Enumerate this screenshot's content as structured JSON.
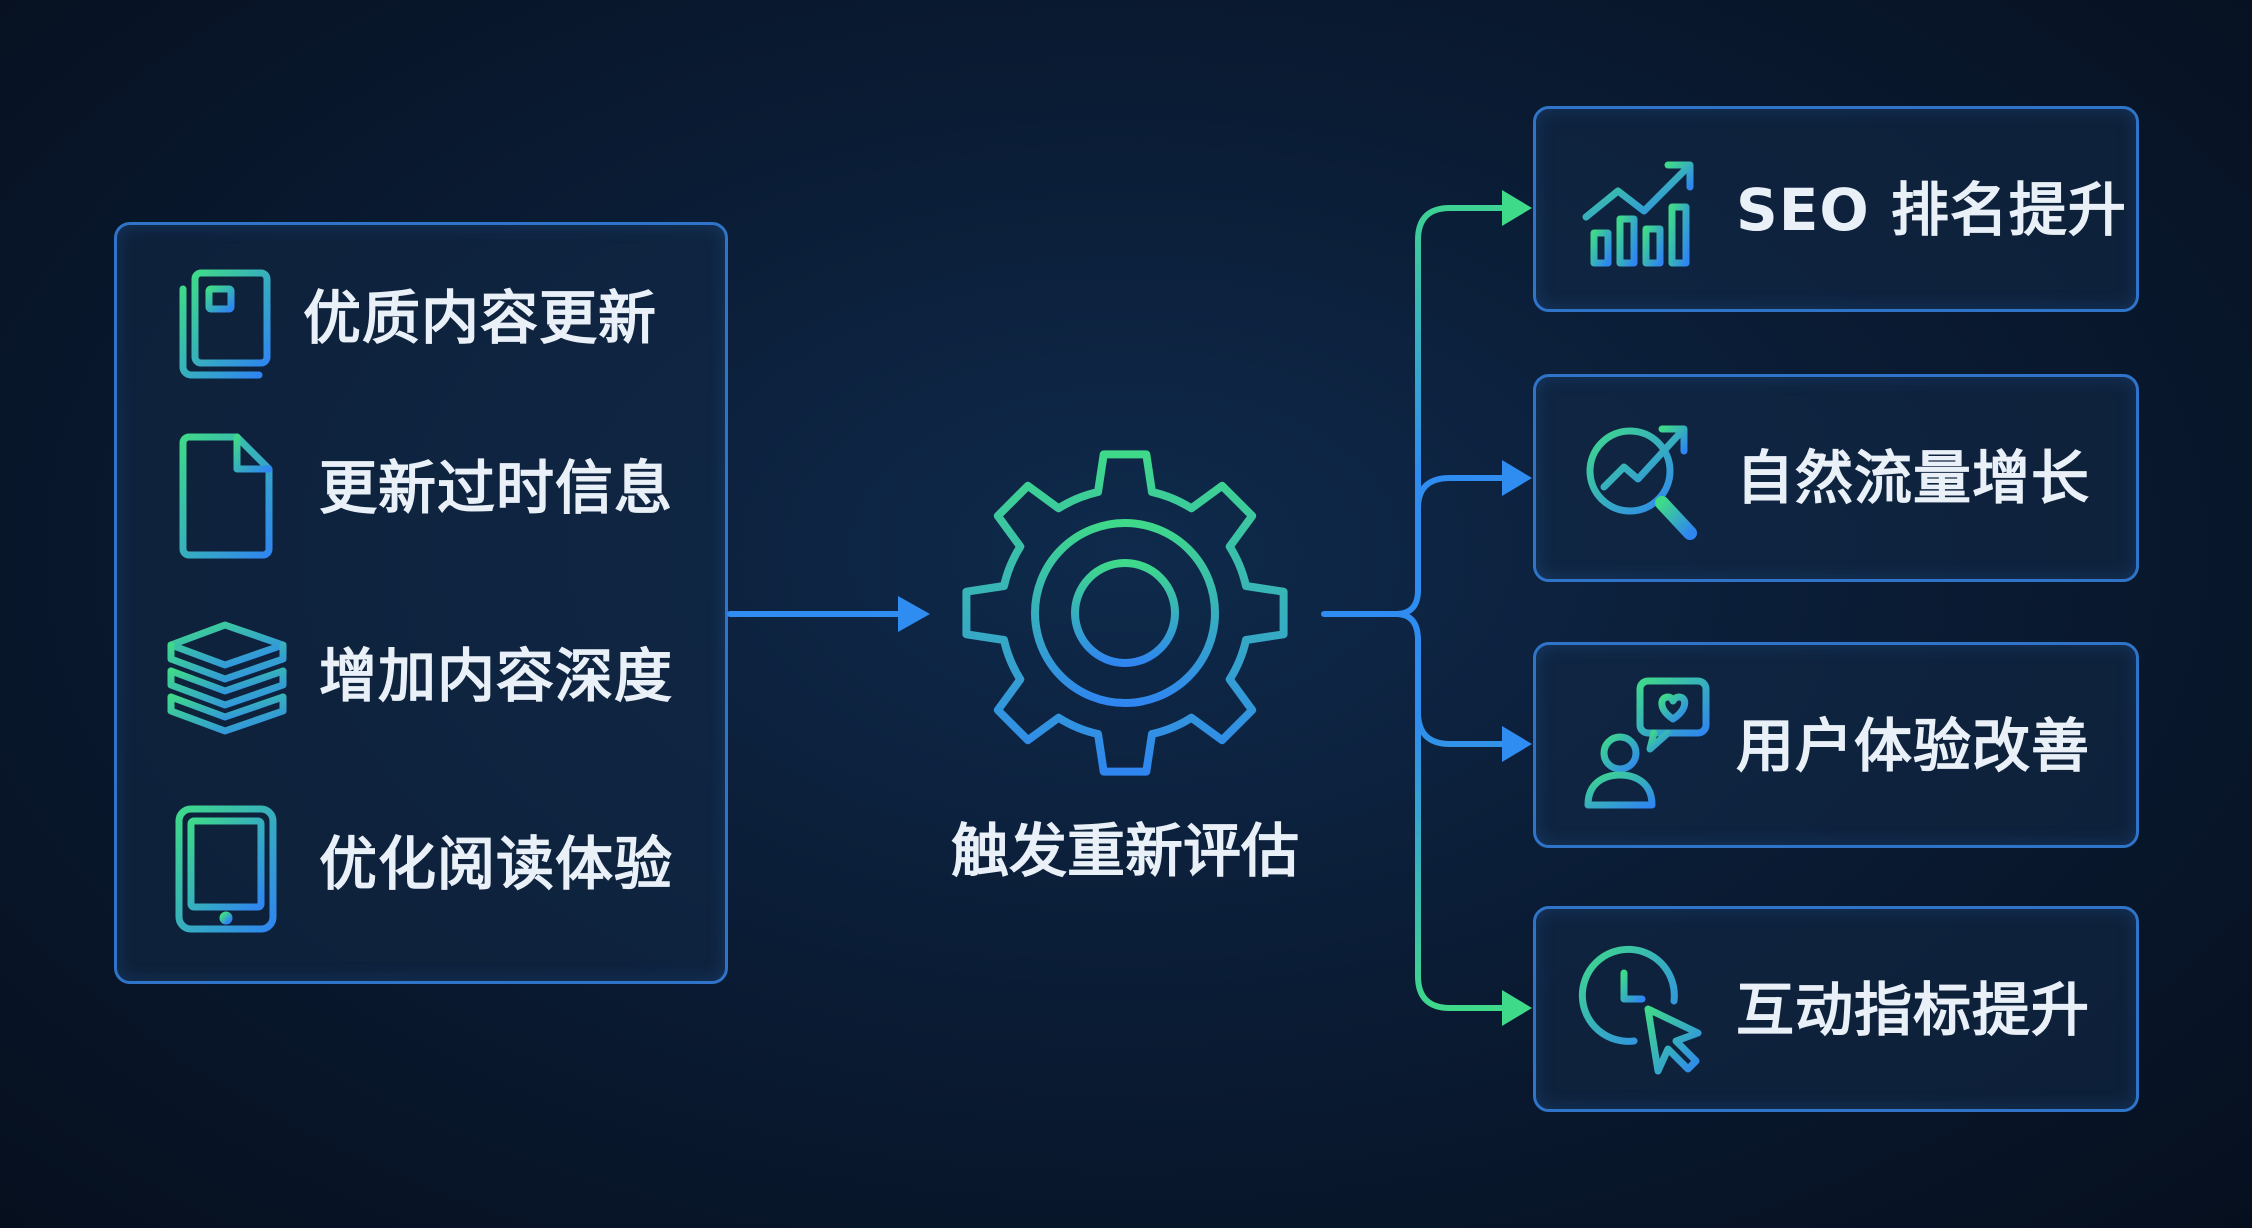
{
  "inputs": [
    {
      "label": "优质内容更新",
      "icon": "newspaper-icon"
    },
    {
      "label": "更新过时信息",
      "icon": "document-icon"
    },
    {
      "label": "增加内容深度",
      "icon": "stacked-books-icon"
    },
    {
      "label": "优化阅读体验",
      "icon": "tablet-icon"
    }
  ],
  "center": {
    "label": "触发重新评估",
    "icon": "gear-icon"
  },
  "outputs": [
    {
      "label": "SEO 排名提升",
      "icon": "bar-chart-growth-icon"
    },
    {
      "label": "自然流量增长",
      "icon": "magnifier-trend-icon"
    },
    {
      "label": "用户体验改善",
      "icon": "user-heart-chat-icon"
    },
    {
      "label": "互动指标提升",
      "icon": "clock-cursor-icon"
    }
  ],
  "colors": {
    "green": "#37d07a",
    "blue": "#2f8cf0",
    "text": "#e9f0f7",
    "border": "#2f74c8"
  }
}
